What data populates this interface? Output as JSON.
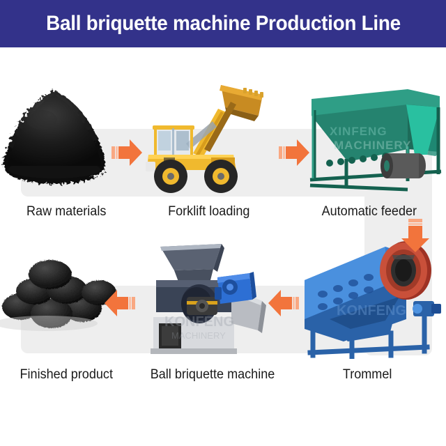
{
  "banner": {
    "title": "Ball briquette machine  Production Line",
    "background_color": "#33328a",
    "text_color": "#ffffff"
  },
  "theme": {
    "band_color": "#eeeeee",
    "arrow_color": "#f2743c",
    "arrow_color_light": "#f9a882",
    "label_color": "#1a1a1a",
    "page_background": "#ffffff"
  },
  "flow": {
    "stages": [
      {
        "id": "raw-materials",
        "label": "Raw materials",
        "image_name": "coal-powder-pile",
        "colors": {
          "primary": "#151515",
          "secondary": "#2a2a2a"
        }
      },
      {
        "id": "forklift-loading",
        "label": "Forklift loading",
        "image_name": "yellow-wheel-loader",
        "colors": {
          "primary": "#f2b42a",
          "secondary": "#c98a18",
          "dark": "#2d2d2d"
        }
      },
      {
        "id": "automatic-feeder",
        "label": "Automatic feeder",
        "image_name": "green-hopper-feeder",
        "colors": {
          "primary": "#1f8f78",
          "secondary": "#116b57",
          "dark": "#0d4a3c"
        },
        "watermark": "XINFENG MACHINERY"
      },
      {
        "id": "trommel",
        "label": "Trommel",
        "image_name": "blue-trommel-screen",
        "colors": {
          "primary": "#2f6fc4",
          "secondary": "#1d4d94",
          "accent": "#c0392b"
        },
        "watermark": "KONFENG MACHINERY"
      },
      {
        "id": "ball-briquette-machine",
        "label": "Ball briquette machine",
        "image_name": "briquette-press-machine",
        "colors": {
          "primary": "#d6d6d6",
          "secondary": "#3a4456",
          "accent": "#2d6fd4"
        },
        "watermark": "KONFENG MACHINERY"
      },
      {
        "id": "finished-product",
        "label": "Finished product",
        "image_name": "black-briquettes",
        "colors": {
          "primary": "#1c1c1c",
          "secondary": "#3a3a3a"
        }
      }
    ],
    "arrows": [
      {
        "id": "arrow-raw-to-forklift",
        "direction": "right"
      },
      {
        "id": "arrow-forklift-to-feeder",
        "direction": "right"
      },
      {
        "id": "arrow-feeder-to-trommel",
        "direction": "down"
      },
      {
        "id": "arrow-trommel-to-briquette",
        "direction": "left"
      },
      {
        "id": "arrow-briquette-to-product",
        "direction": "left"
      }
    ]
  }
}
